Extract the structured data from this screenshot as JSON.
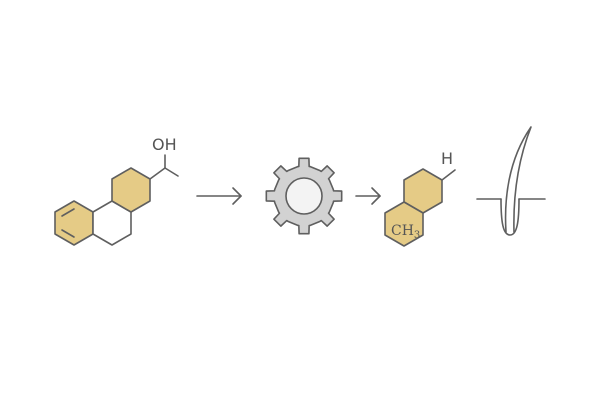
{
  "colors": {
    "ring_fill": "#E5CB86",
    "stroke": "#5F5F5F",
    "gear_fill": "#D2D2D2",
    "gear_hole": "#F3F3F3"
  },
  "steps": [
    {
      "name": "precursor-molecule",
      "substituent_label": "OH"
    },
    {
      "name": "arrow-1"
    },
    {
      "name": "processing-gear",
      "icon": "gear-icon"
    },
    {
      "name": "arrow-2"
    },
    {
      "name": "product-molecule",
      "substituent_label": "H",
      "methyl_label": "CH",
      "methyl_subscript": "3"
    },
    {
      "name": "hair-follicle",
      "icon": "hair-follicle-icon"
    }
  ]
}
